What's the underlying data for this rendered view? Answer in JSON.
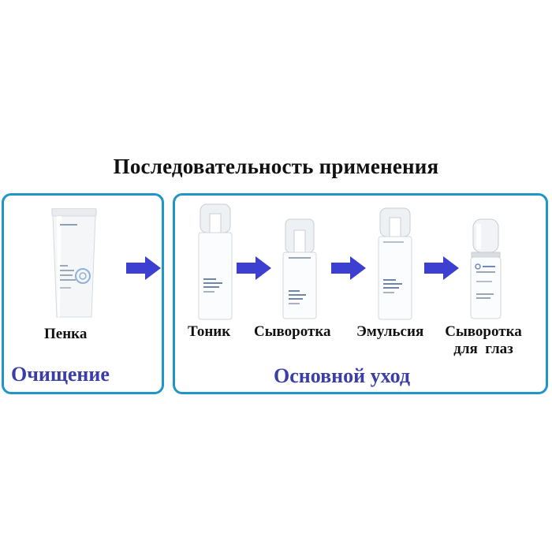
{
  "title": "Последовательность применения",
  "groups": {
    "cleansing": "Очищение",
    "basic_care": "Основной уход"
  },
  "products": {
    "foam": "Пенка",
    "toner": "Тоник",
    "serum": "Сыворотка",
    "emulsion": "Эмульсия",
    "eye_serum_line1": "Сыворотка",
    "eye_serum_line2": "для  глаз"
  },
  "colors": {
    "border": "#1f95c8",
    "group_label": "#3b3ea8",
    "arrow": "#3c3fcf"
  },
  "icons": [
    "arrow-right-icon"
  ]
}
